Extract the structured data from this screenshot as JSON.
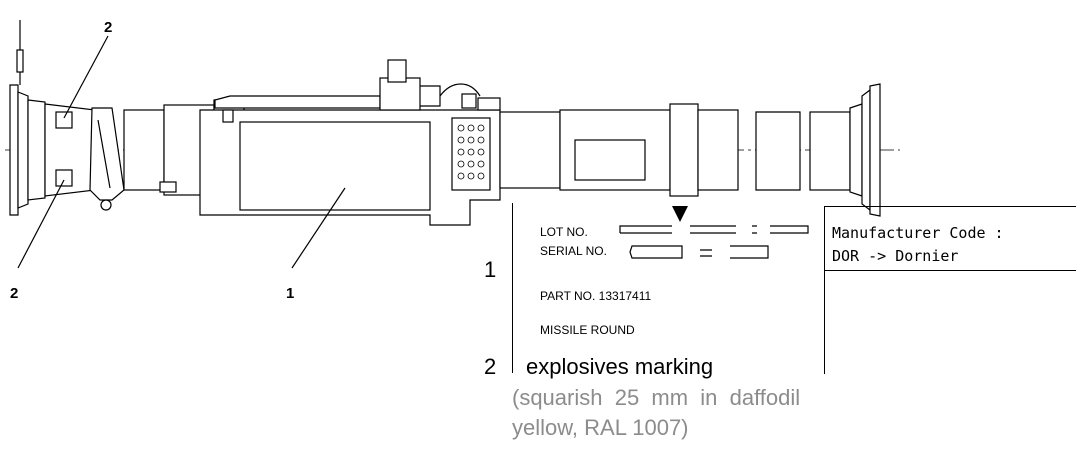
{
  "callouts": {
    "top_2": "2",
    "bottom_2": "2",
    "main_1": "1"
  },
  "label": {
    "index_1": "1",
    "index_2": "2",
    "lot_no": "LOT NO.",
    "serial_no": "SERIAL NO.",
    "part_no": "PART NO. 13317411",
    "missile_round": "MISSILE ROUND",
    "explosives_marking": "explosives marking",
    "explosives_note_line1": "(squarish  25  mm  in  daffodil",
    "explosives_note_line2": "yellow, RAL 1007)"
  },
  "manufacturer": {
    "line1": "Manufacturer Code :",
    "line2": "DOR -> Dornier"
  }
}
